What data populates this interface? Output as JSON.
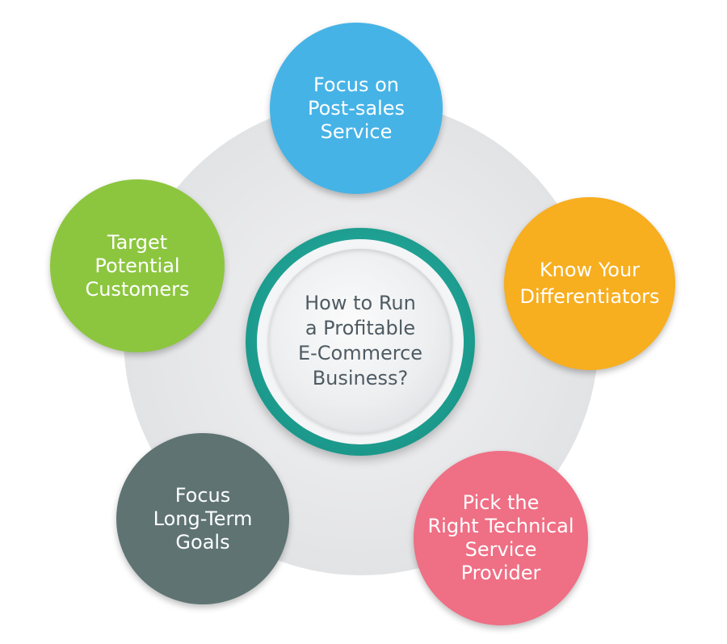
{
  "center": {
    "label": "How to Run\na Profitable\nE-Commerce\nBusiness?"
  },
  "nodes": [
    {
      "id": "post-sales",
      "label": "Focus on\nPost-sales\nService",
      "color": "#46b3e6"
    },
    {
      "id": "differentiators",
      "label": "Know Your\nDifferentiators",
      "color": "#f7ae1f"
    },
    {
      "id": "technical-provider",
      "label": "Pick the\nRight Technical\nService\nProvider",
      "color": "#ef6f85"
    },
    {
      "id": "long-term-goals",
      "label": "Focus\nLong-Term\nGoals",
      "color": "#5f7373"
    },
    {
      "id": "target-customers",
      "label": "Target\nPotential\nCustomers",
      "color": "#8cc63f"
    }
  ],
  "colors": {
    "ring_teal": "#1d9e90",
    "backdrop": "#e6e7e9",
    "center_text": "#4f5b63"
  }
}
